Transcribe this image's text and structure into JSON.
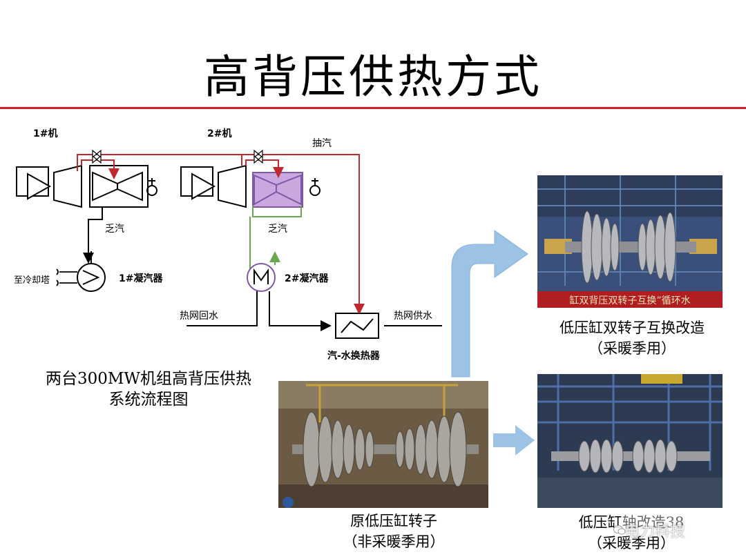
{
  "slide": {
    "title": "高背压供热方式"
  },
  "diagram": {
    "unit1_label": "1#机",
    "unit2_label": "2#机",
    "extraction_label": "抽汽",
    "exhaust_label_1": "乏汽",
    "exhaust_label_2": "乏汽",
    "cooling_tower_label": "至冷却塔",
    "condenser1_label": "1#凝汽器",
    "condenser2_label": "2#凝汽器",
    "return_water_label": "热网回水",
    "supply_water_label": "热网供水",
    "heat_exchanger_label": "汽-水换热器",
    "caption_line1": "两台300MW机组高背压供热",
    "caption_line2": "系统流程图",
    "colors": {
      "steam": "#c0282d",
      "condensate": "#6aa84f",
      "modified_turbine": "#c9a8df",
      "arrow": "#9cc3e6"
    }
  },
  "photos": {
    "top_right": {
      "banner_text": "缸双背压双转子互换”循环水",
      "caption_line1": "低压缸双转子互换改造",
      "caption_line2": "（采暖季用）"
    },
    "bottom_left": {
      "caption_line1": "原低压缸转子",
      "caption_line2": "（非采暖季用）"
    },
    "bottom_right": {
      "caption_line1": "低压缸",
      "caption_line1_tail": "轴改造38",
      "caption_line2": "（采暖季用）"
    }
  },
  "watermark": {
    "text": "电力科技"
  }
}
